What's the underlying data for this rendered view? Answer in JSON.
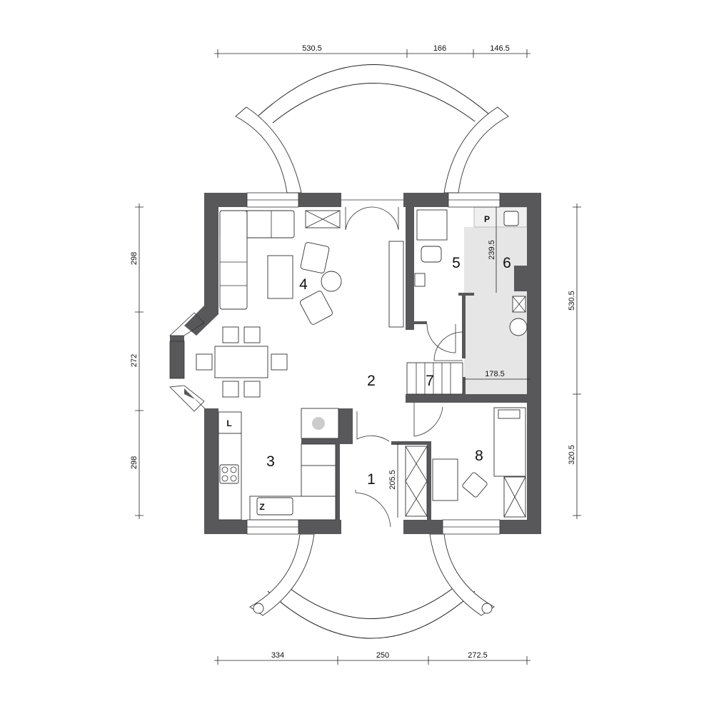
{
  "plan": {
    "rooms": [
      "1",
      "2",
      "3",
      "4",
      "5",
      "6",
      "7",
      "8"
    ],
    "fixture_labels": {
      "pantry": "P",
      "fridge": "L",
      "sink_cabinet": "Z"
    },
    "dimensions": {
      "top": [
        "530.5",
        "166",
        "146.5"
      ],
      "bottom": [
        "334",
        "250",
        "272.5"
      ],
      "left": [
        "298",
        "272",
        "298"
      ],
      "right": [
        "530.5",
        "320.5"
      ],
      "internal": {
        "room6_depth": "239.5",
        "room6_width": "178.5",
        "hall_closet": "205.5"
      }
    },
    "colors": {
      "wall": "#58585a",
      "utility_floor": "#e6e6e6"
    }
  }
}
